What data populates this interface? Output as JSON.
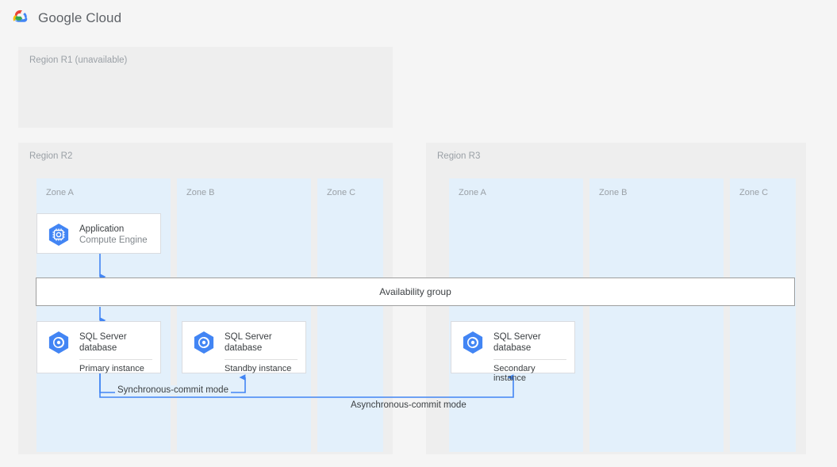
{
  "header": {
    "brand": "Google Cloud",
    "logo_icon": "google-cloud-logo",
    "logo_colors": [
      "#ea4335",
      "#fbbc04",
      "#34a853",
      "#4285f4"
    ]
  },
  "colors": {
    "page_bg": "#f5f5f5",
    "region_bg": "#eeeeee",
    "zone_bg": "#e3f0fb",
    "card_bg": "#ffffff",
    "card_border": "#dadce0",
    "accent_blue": "#4285f4",
    "connector_blue": "#4285f4",
    "muted_text": "#9aa0a6",
    "body_text": "#3c4043"
  },
  "regions": [
    {
      "id": "r1",
      "label": "Region R1 (unavailable)",
      "zones": []
    },
    {
      "id": "r2",
      "label": "Region R2",
      "zones": [
        {
          "id": "r2-a",
          "label": "Zone A"
        },
        {
          "id": "r2-b",
          "label": "Zone B"
        },
        {
          "id": "r2-c",
          "label": "Zone C"
        }
      ]
    },
    {
      "id": "r3",
      "label": "Region R3",
      "zones": [
        {
          "id": "r3-a",
          "label": "Zone A"
        },
        {
          "id": "r3-b",
          "label": "Zone B"
        },
        {
          "id": "r3-c",
          "label": "Zone C"
        }
      ]
    }
  ],
  "nodes": {
    "application": {
      "title": "Application",
      "subtitle": "Compute Engine",
      "icon": "compute-engine-icon"
    },
    "primary_db": {
      "title_line1": "SQL Server",
      "title_line2": "database",
      "footer": "Primary instance",
      "icon": "sql-database-icon"
    },
    "standby_db": {
      "title_line1": "SQL Server",
      "title_line2": "database",
      "footer": "Standby instance",
      "icon": "sql-database-icon"
    },
    "secondary_db": {
      "title_line1": "SQL Server",
      "title_line2": "database",
      "footer": "Secondary instance",
      "icon": "sql-database-icon"
    }
  },
  "availability_group": {
    "label": "Availability group"
  },
  "connector_labels": {
    "sync": "Synchronous-commit mode",
    "async": "Asynchronous-commit mode"
  }
}
